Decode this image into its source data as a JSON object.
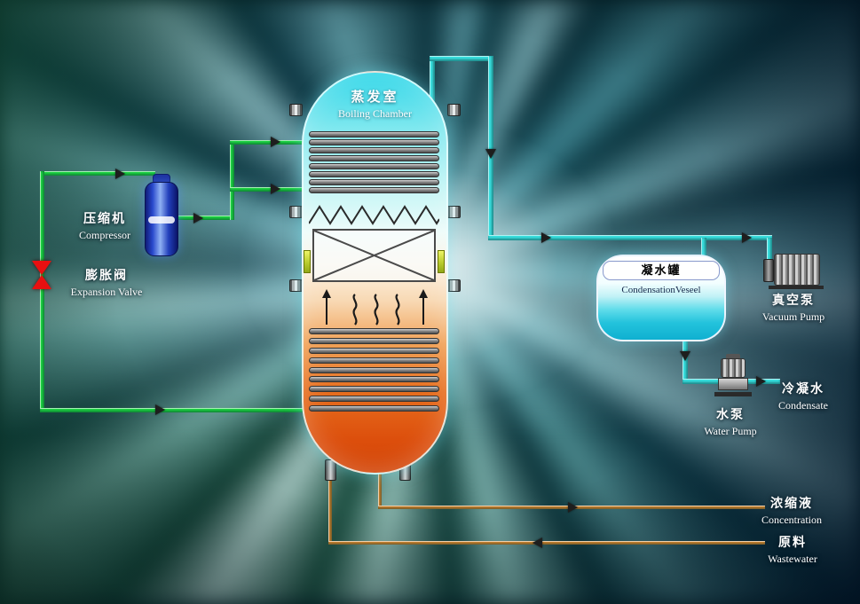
{
  "labels": {
    "boiling_chamber": {
      "zh": "蒸发室",
      "en": "Boiling Chamber"
    },
    "compressor": {
      "zh": "压缩机",
      "en": "Compressor"
    },
    "expansion_valve": {
      "zh": "膨胀阀",
      "en": "Expansion Valve"
    },
    "condensation_vessel": {
      "zh": "凝水罐",
      "en": "CondensationVeseel"
    },
    "vacuum_pump": {
      "zh": "真空泵",
      "en": "Vacuum Pump"
    },
    "water_pump": {
      "zh": "水泵",
      "en": "Water Pump"
    },
    "condensate": {
      "zh": "冷凝水",
      "en": "Condensate"
    },
    "concentration": {
      "zh": "浓缩液",
      "en": "Concentration"
    },
    "wastewater": {
      "zh": "原料",
      "en": "Wastewater"
    }
  },
  "colors": {
    "refrigerant_pipe": "#1dd943",
    "vapor_pipe": "#38dede",
    "product_pipe": "#df8c2e",
    "valve": "#e81010"
  }
}
